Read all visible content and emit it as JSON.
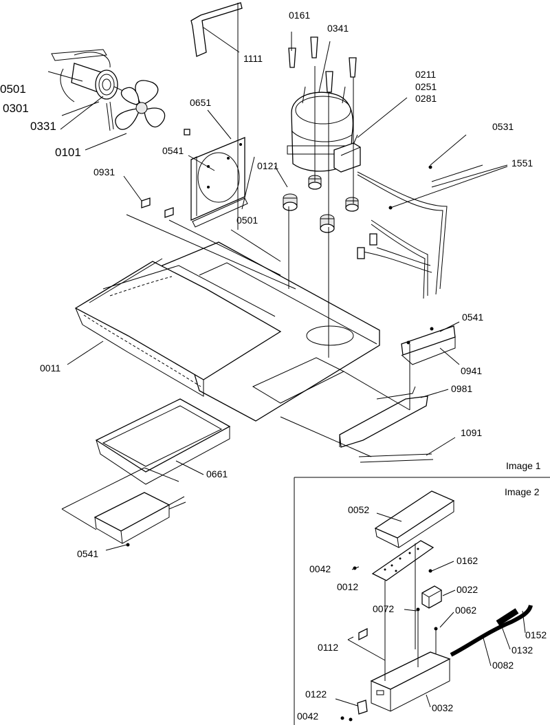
{
  "panels": {
    "image1": "Image 1",
    "image2": "Image 2"
  },
  "callouts": {
    "c0501a": "0501",
    "c0301": "0301",
    "c0331": "0331",
    "c0101": "0101",
    "c1111": "1111",
    "c0651": "0651",
    "c0541a": "0541",
    "c0931": "0931",
    "c0121": "0121",
    "c0501b": "0501",
    "c0161": "0161",
    "c0341": "0341",
    "c0211": "0211",
    "c0251": "0251",
    "c0281": "0281",
    "c0531": "0531",
    "c1551": "1551",
    "c0541b": "0541",
    "c0941": "0941",
    "c0981": "0981",
    "c1091": "1091",
    "c0011": "0011",
    "c0661": "0661",
    "c0541c": "0541",
    "c0052": "0052",
    "c0042a": "0042",
    "c0162": "0162",
    "c0012": "0012",
    "c0022": "0022",
    "c0072": "0072",
    "c0062": "0062",
    "c0112": "0112",
    "c0152": "0152",
    "c0132": "0132",
    "c0082": "0082",
    "c0122": "0122",
    "c0042b": "0042",
    "c0032": "0032"
  }
}
